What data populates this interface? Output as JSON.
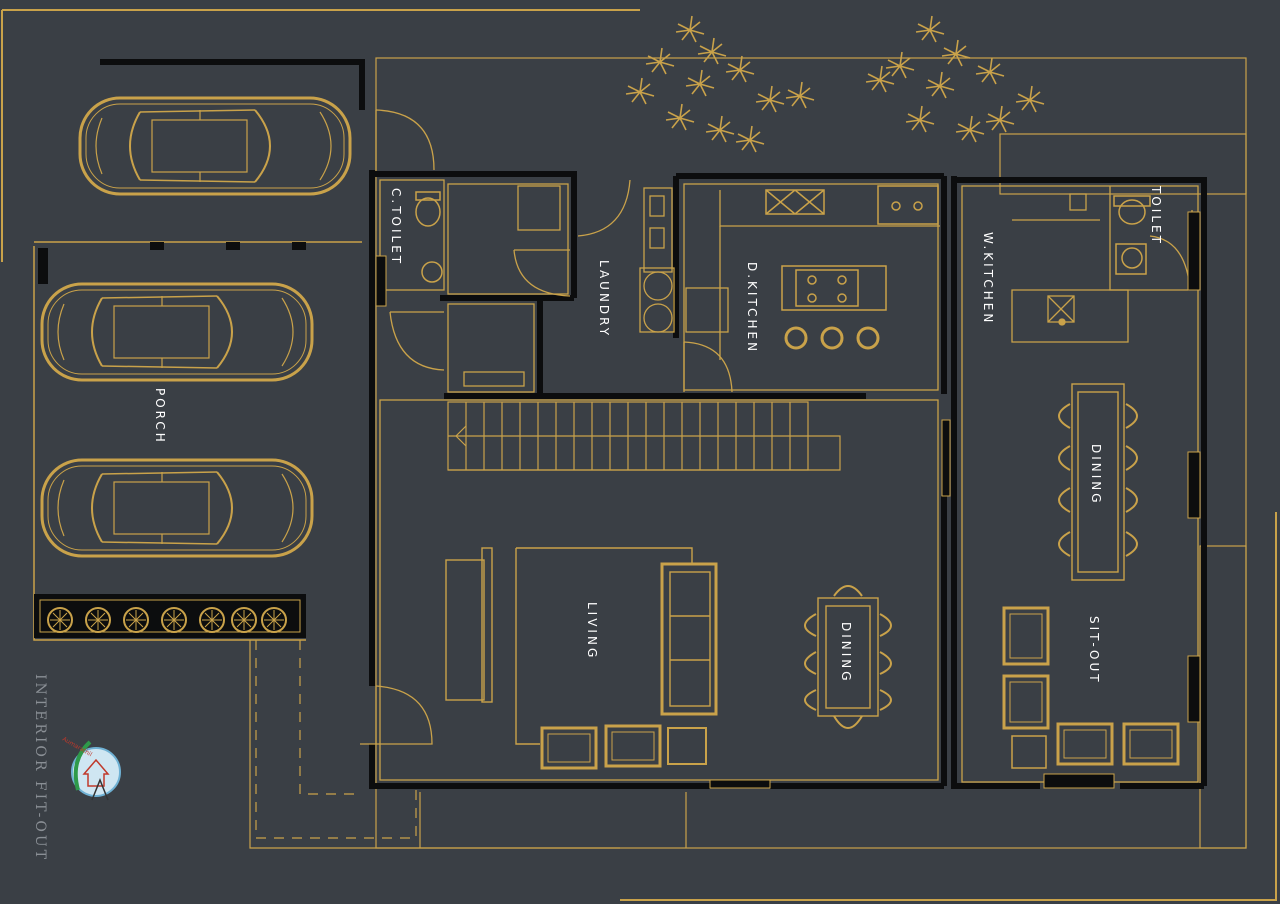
{
  "rooms": {
    "c_toilet": "C.TOILET",
    "laundry": "LAUNDRY",
    "d_kitchen": "D.KITCHEN",
    "w_kitchen": "W.KITCHEN",
    "toilet": "TOILET",
    "porch": "PORCH",
    "living": "LIVING",
    "dining_center": "DINING",
    "dining_right": "DINING",
    "sit_out": "SIT-OUT"
  },
  "side_text": "INTERIOR FIT-OUT",
  "logo_text": "Aumarathil",
  "colors": {
    "background": "#3a3f45",
    "gold": "#c9a24a",
    "wall": "#0c0d0e",
    "label": "#ffffff",
    "muted": "#8a8f95"
  },
  "icons": [
    "car-icon",
    "plant-icon",
    "tree-icon",
    "sofa-icon",
    "chair-icon",
    "stove-icon",
    "sink-icon",
    "wc-icon",
    "logo-icon"
  ]
}
